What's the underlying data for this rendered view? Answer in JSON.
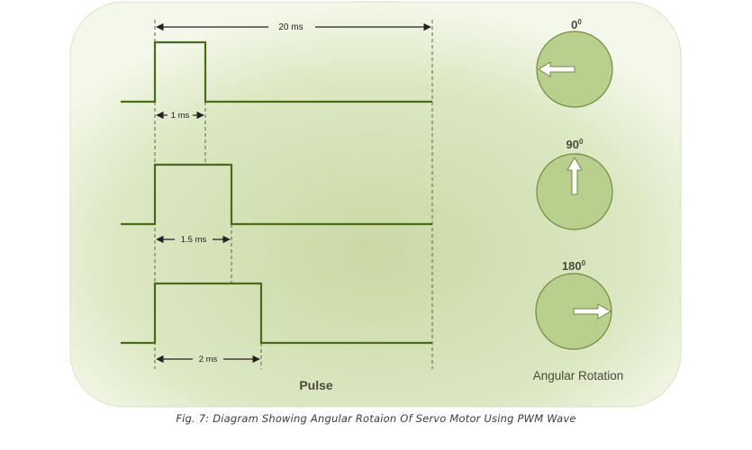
{
  "diagram": {
    "period_label": "20 ms",
    "pulses": [
      {
        "width_label": "1 ms"
      },
      {
        "width_label": "1.5 ms"
      },
      {
        "width_label": "2 ms"
      }
    ],
    "pulse_title": "Pulse",
    "angles": [
      {
        "value": "0",
        "unit": "0",
        "direction": "left"
      },
      {
        "value": "90",
        "unit": "0",
        "direction": "up"
      },
      {
        "value": "180",
        "unit": "0",
        "direction": "right"
      }
    ],
    "rotation_title": "Angular Rotation"
  },
  "caption": "Fig. 7: Diagram Showing Angular Rotaion Of Servo Motor Using PWM Wave",
  "colors": {
    "wave": "#4a6a1c",
    "dial_fill": "#b9cf8e",
    "dial_stroke": "#6f8a3e",
    "text": "#4a4a3a",
    "panel_edge": "#f2f6e6",
    "panel_center": "#c9d9a4"
  }
}
